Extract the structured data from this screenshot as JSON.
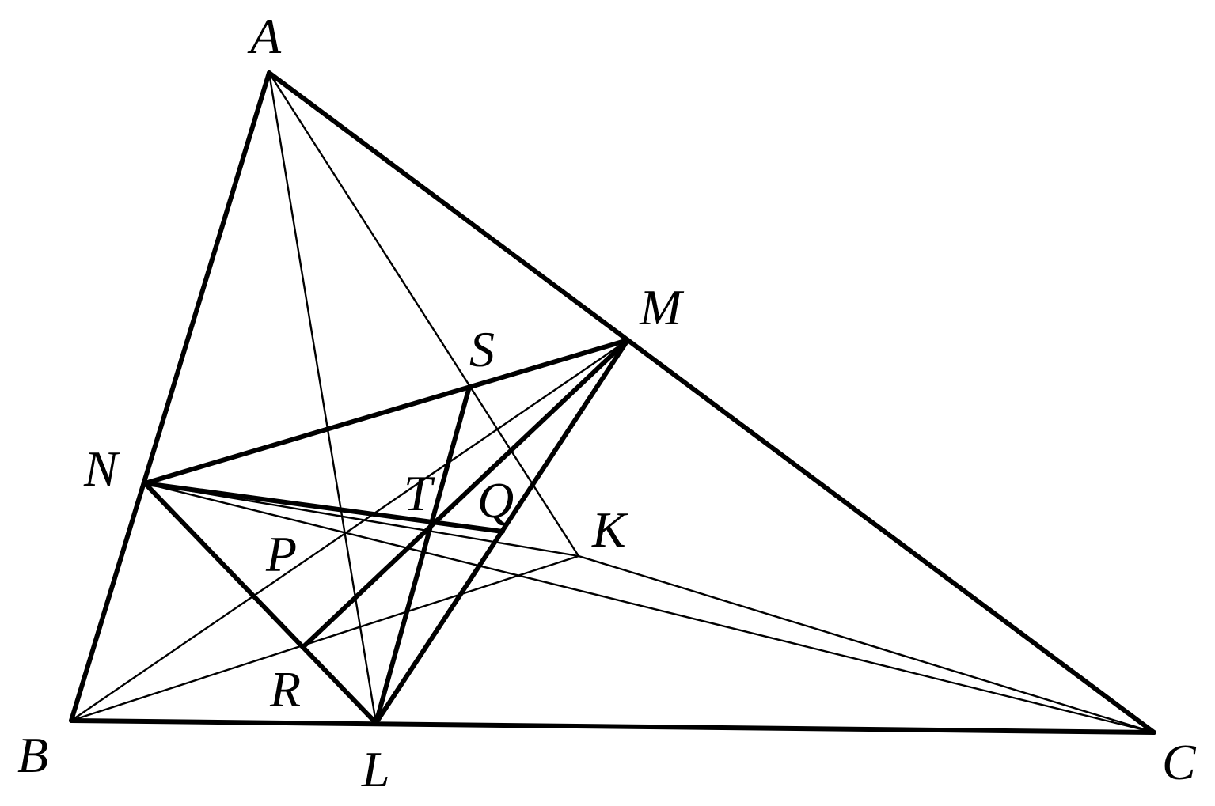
{
  "diagram": {
    "points": {
      "A": {
        "label": "A"
      },
      "B": {
        "label": "B"
      },
      "C": {
        "label": "C"
      },
      "M": {
        "label": "M"
      },
      "N": {
        "label": "N"
      },
      "L": {
        "label": "L"
      },
      "S": {
        "label": "S"
      },
      "T": {
        "label": "T"
      },
      "Q": {
        "label": "Q"
      },
      "K": {
        "label": "K"
      },
      "P": {
        "label": "P"
      },
      "R": {
        "label": "R"
      }
    },
    "segments": [
      {
        "from": "A",
        "to": "B",
        "weight": "thick"
      },
      {
        "from": "A",
        "to": "C",
        "weight": "thick"
      },
      {
        "from": "B",
        "to": "C",
        "weight": "thick"
      },
      {
        "from": "N",
        "to": "M",
        "weight": "thick"
      },
      {
        "from": "N",
        "to": "L",
        "weight": "thick"
      },
      {
        "from": "M",
        "to": "L",
        "weight": "thick"
      },
      {
        "from": "R",
        "to": "M",
        "weight": "thick"
      },
      {
        "from": "S",
        "to": "L",
        "weight": "thick"
      },
      {
        "from": "N",
        "to": "Q",
        "weight": "thick"
      },
      {
        "from": "A",
        "to": "L",
        "weight": "thin"
      },
      {
        "from": "A",
        "to": "K",
        "weight": "thin"
      },
      {
        "from": "B",
        "to": "M",
        "weight": "thin"
      },
      {
        "from": "B",
        "to": "K",
        "weight": "thin"
      },
      {
        "from": "N",
        "to": "C",
        "weight": "thin"
      },
      {
        "from": "N",
        "to": "K",
        "weight": "thin"
      },
      {
        "from": "K",
        "to": "C",
        "weight": "thin"
      }
    ]
  }
}
